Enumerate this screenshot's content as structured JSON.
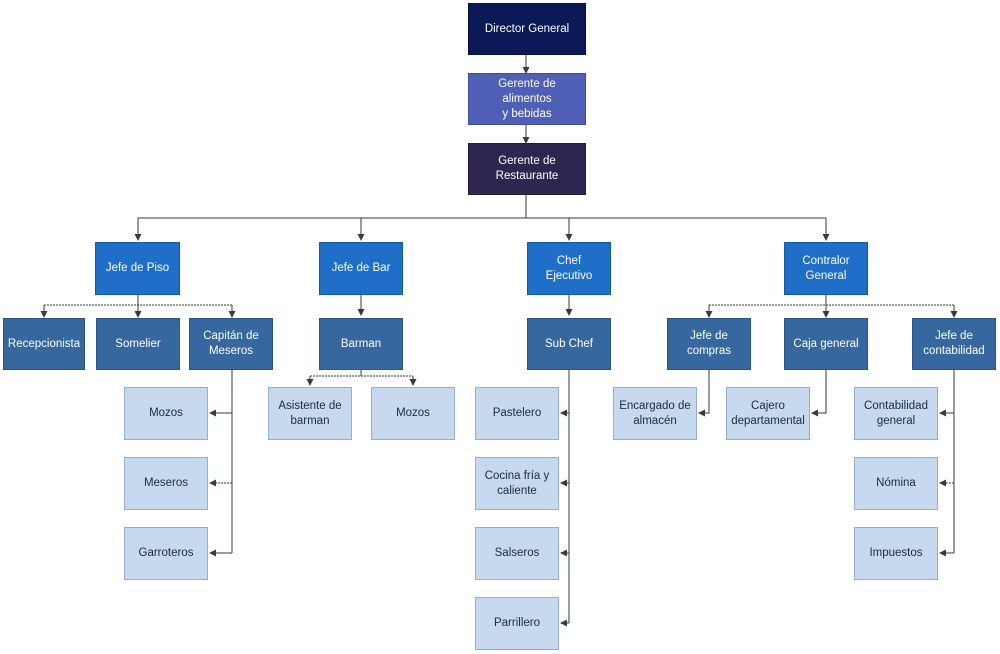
{
  "nodes": {
    "director": "Director General",
    "gerente_ab": "Gerente de alimentos\ny bebidas",
    "gerente_rest": "Gerente de\nRestaurante",
    "jefe_piso": "Jefe de Piso",
    "jefe_bar": "Jefe de Bar",
    "chef_ejecutivo": "Chef Ejecutivo",
    "contralor": "Contralor\nGeneral",
    "recepcionista": "Recepcionista",
    "somelier": "Somelier",
    "capitan": "Capitán de\nMeseros",
    "barman": "Barman",
    "sub_chef": "Sub Chef",
    "jefe_compras": "Jefe de\ncompras",
    "caja_general": "Caja general",
    "jefe_contabilidad": "Jefe de\ncontabilidad",
    "mozos_piso": "Mozos",
    "meseros": "Meseros",
    "garroteros": "Garroteros",
    "asistente_barman": "Asistente de\nbarman",
    "mozos_bar": "Mozos",
    "pastelero": "Pastelero",
    "cocina": "Cocina fría y\ncaliente",
    "salseros": "Salseros",
    "parrillero": "Parrillero",
    "encargado_almacen": "Encargado de\nalmacén",
    "cajero": "Cajero\ndepartamental",
    "contabilidad_general": "Contabilidad\ngeneral",
    "nomina": "Nómina",
    "impuestos": "Impuestos"
  },
  "colors": {
    "director": "#0b1a57",
    "gerente_ab": "#4f5fb5",
    "gerente_rest": "#2e2650",
    "department_heads": "#1f6fc8",
    "second_level": "#36679e",
    "third_level": "#c6d9ee",
    "connector": "#3a3a3a"
  }
}
